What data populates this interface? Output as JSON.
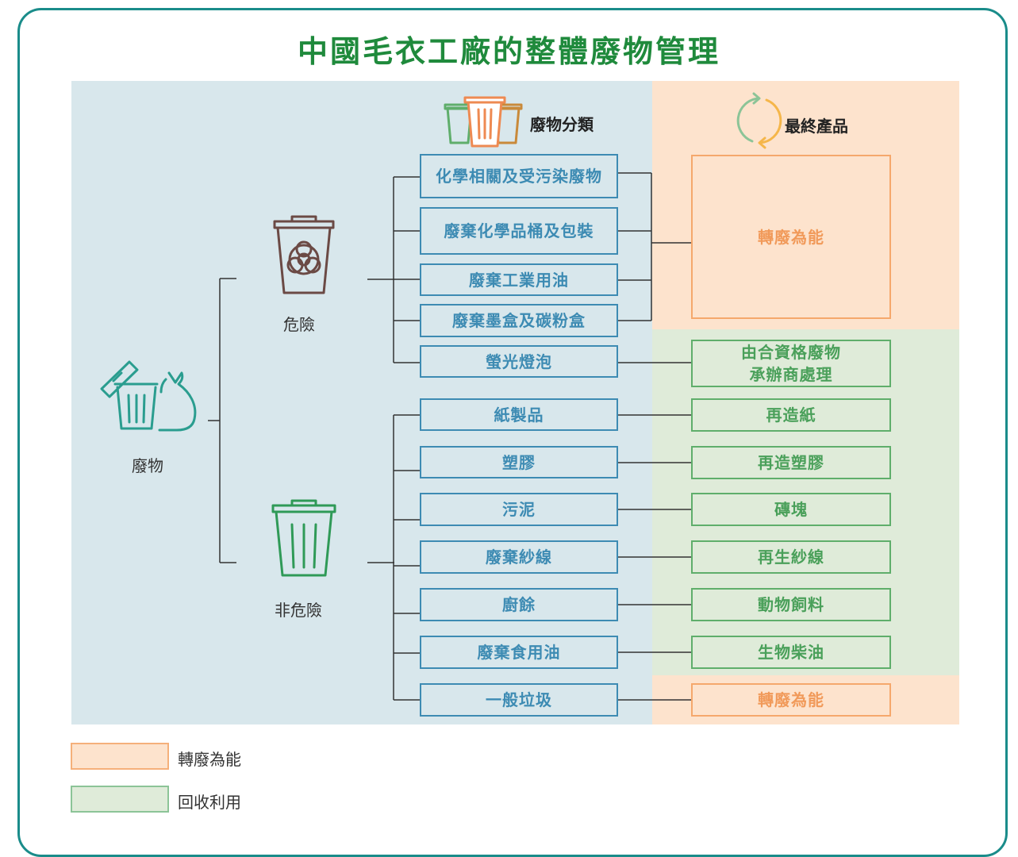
{
  "title": "中國毛衣工廠的整體廢物管理",
  "headers": {
    "categories": "廢物分類",
    "products": "最終產品"
  },
  "root": {
    "label": "廢物"
  },
  "groups": {
    "hazardous": "危險",
    "non_hazardous": "非危險"
  },
  "categories": [
    "化學相關及受污染廢物",
    "廢棄化學品桶及包裝",
    "廢棄工業用油",
    "廢棄墨盒及碳粉盒",
    "螢光燈泡",
    "紙製品",
    "塑膠",
    "污泥",
    "廢棄紗線",
    "廚餘",
    "廢棄食用油",
    "一般垃圾"
  ],
  "products": {
    "energy_top": "轉廢為能",
    "licensed": [
      "由合資格廢物",
      "承辦商處理"
    ],
    "recycled_paper": "再造紙",
    "recycled_plastic": "再造塑膠",
    "bricks": "磚塊",
    "recycled_yarn": "再生紗線",
    "animal_feed": "動物飼料",
    "biodiesel": "生物柴油",
    "energy_bottom": "轉廢為能"
  },
  "legend": {
    "energy": "轉廢為能",
    "recycle": "回收利用"
  },
  "icons": {
    "root": "trash-can-and-bag-icon",
    "hazardous": "biohazard-bin-icon",
    "non_hazardous": "waste-bin-icon",
    "categories": "three-bins-icon",
    "products": "recycle-arrows-icon"
  },
  "colors": {
    "title": "#1f8a3c",
    "category_border": "#3d8bb3",
    "recycle": "#5fae6b",
    "energy": "#f19a5a",
    "zone_blue": "#d8e7ec",
    "zone_orange": "#fde3cd",
    "zone_green": "#dfebd9"
  }
}
